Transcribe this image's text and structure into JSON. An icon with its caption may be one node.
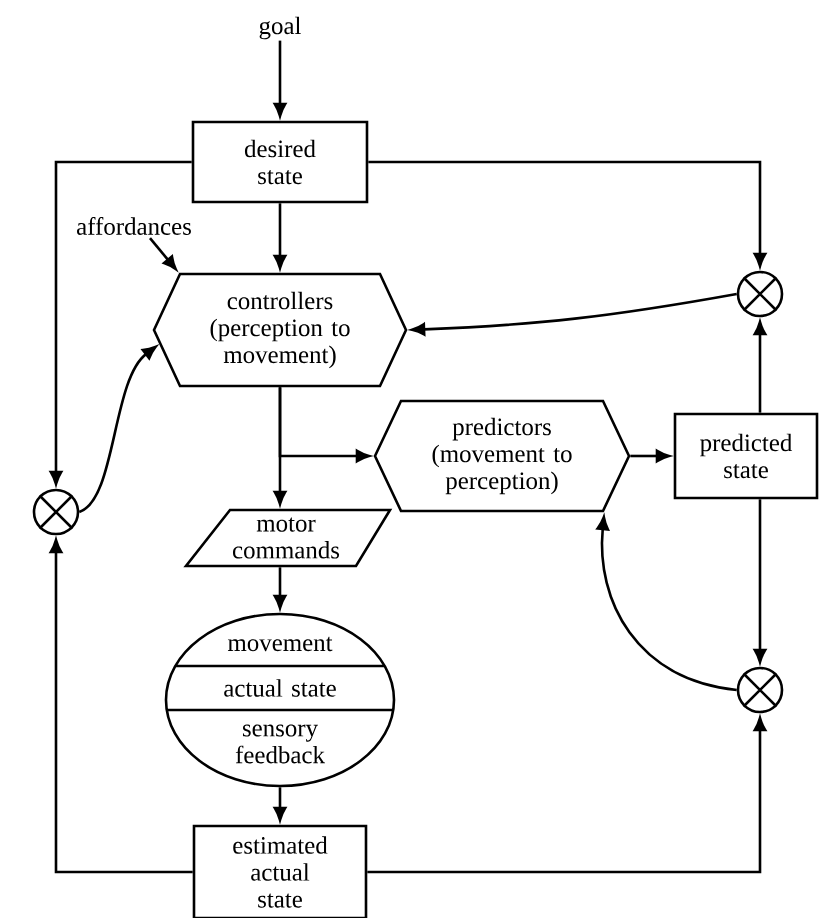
{
  "diagram": {
    "nodes": [
      {
        "text": [
          "goal"
        ]
      },
      {
        "text": [
          "desired state"
        ]
      },
      {
        "text": [
          "affordances"
        ]
      },
      {
        "text": [
          "controllers (perception to movement)"
        ]
      },
      {
        "text": [],
        "shape": "circle"
      },
      {
        "text": [],
        "shape": "circle"
      },
      {
        "text": [
          "predictors (movement to perception)"
        ]
      },
      {
        "text": [
          "predicted state"
        ]
      },
      {
        "text": [
          "motor commands"
        ]
      },
      {
        "text": [
          "movement",
          "actual state",
          "sensory feedback"
        ]
      },
      {
        "text": [],
        "shape": "circle"
      },
      {
        "text": [
          "estimated actual state"
        ]
      }
    ],
    "edges": [
      {
        "from": 0,
        "to": 1,
        "arrow": "to"
      },
      {
        "from": 1,
        "to": 3,
        "arrow": "to"
      },
      {
        "from": 1,
        "to": 4,
        "arrow": "to"
      },
      {
        "from": 1,
        "to": 5,
        "arrow": "to"
      },
      {
        "from": 2,
        "to": 3,
        "arrow": "to"
      },
      {
        "from": 4,
        "to": 3,
        "arrow": "to"
      },
      {
        "from": 7,
        "to": 4,
        "arrow": "to"
      },
      {
        "from": 5,
        "to": 3,
        "arrow": "to"
      },
      {
        "from": 3,
        "to": 8,
        "arrow": "to"
      },
      {
        "from": 3,
        "to": 6,
        "arrow": "to"
      },
      {
        "from": 6,
        "to": 7,
        "arrow": "to"
      },
      {
        "from": 7,
        "to": 10,
        "arrow": "to"
      },
      {
        "from": 10,
        "to": 6,
        "arrow": "to"
      },
      {
        "from": 8,
        "to": 9,
        "arrow": "to"
      },
      {
        "from": 9,
        "to": 11,
        "arrow": "to"
      },
      {
        "from": 11,
        "to": 5,
        "arrow": "to"
      },
      {
        "from": 11,
        "to": 10,
        "arrow": "to"
      }
    ]
  }
}
